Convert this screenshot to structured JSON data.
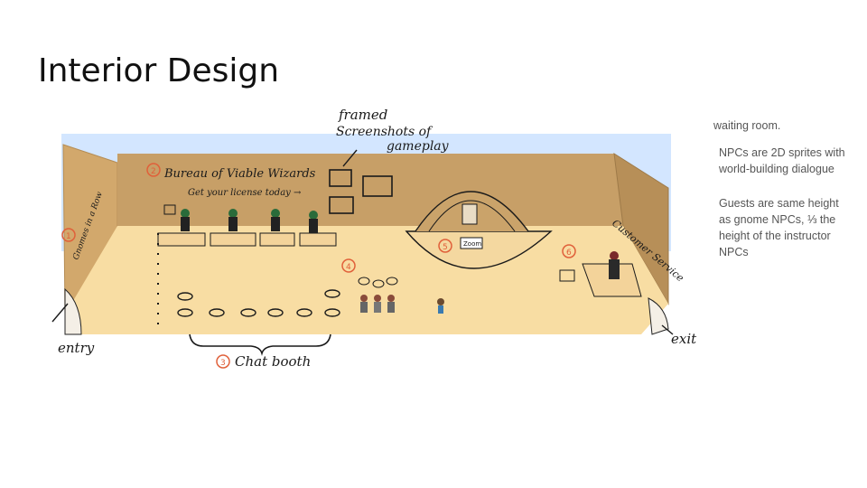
{
  "slide": {
    "title": "Interior Design",
    "notes": {
      "waiting_room": "waiting room.",
      "npcs": "NPCs are 2D sprites with world-building dialogue",
      "guests": "Guests are same height as gnome NPCs, ⅓ the height of the instructor NPCs"
    }
  },
  "sketch": {
    "labels": {
      "framed": "framed",
      "screenshots_of": "Screenshots of",
      "gameplay": "gameplay",
      "bureau": "Bureau of Viable Wizards",
      "get_license": "Get your license today →",
      "gnomes": "Gnomes in a Row",
      "customer_service": "Customer Service",
      "entry": "entry",
      "exit": "exit",
      "chat_booth": "Chat booth",
      "zoom_sign": "Zoom"
    },
    "markers": [
      "1",
      "2",
      "3",
      "4",
      "5",
      "6"
    ],
    "colors": {
      "wall": "#c9a36a",
      "floor": "#f6dca0",
      "sky": "#cfe3ff",
      "marker": "#e0603a",
      "ink": "#1a1a1a"
    }
  }
}
